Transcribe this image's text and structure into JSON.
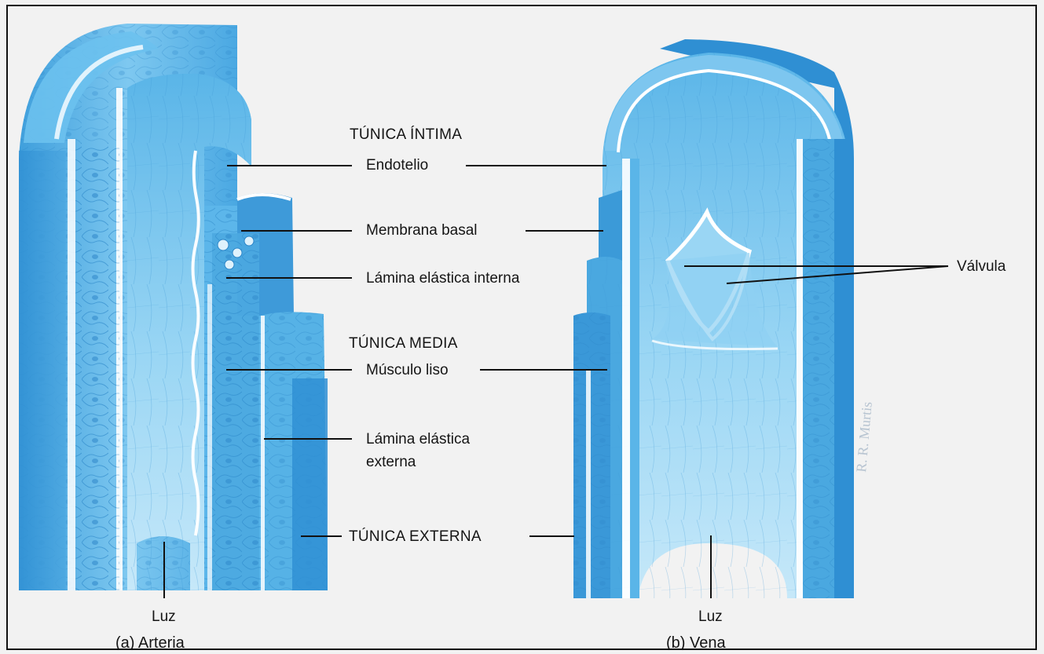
{
  "labels": {
    "tunica_intima": "TÚNICA ÍNTIMA",
    "endotelio": "Endotelio",
    "membrana_basal": "Membrana basal",
    "lamina_elastica_interna": "Lámina elástica interna",
    "tunica_media": "TÚNICA MEDIA",
    "musculo_liso": "Músculo liso",
    "lamina_elastica_externa_1": "Lámina elástica",
    "lamina_elastica_externa_2": "externa",
    "tunica_externa": "TÚNICA EXTERNA",
    "valvula": "Válvula",
    "luz_arteria": "Luz",
    "luz_vena": "Luz"
  },
  "captions": {
    "arteria": "(a) Arteria",
    "vena": "(b) Vena"
  },
  "colors": {
    "background": "#f2f2f2",
    "frame": "#111111",
    "vessel_light": "#8fd0f2",
    "vessel_mid": "#55b4e8",
    "vessel_dark": "#2f92d6",
    "elastic_band": "#ffffff",
    "leader_line": "#111111"
  }
}
